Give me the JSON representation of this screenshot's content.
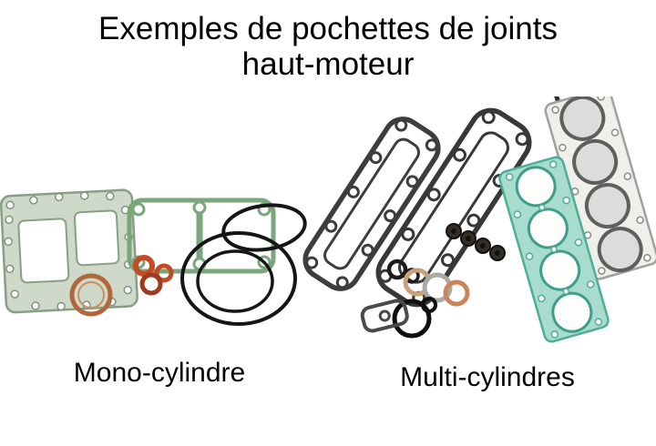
{
  "title": {
    "line1": "Exemples de pochettes de joints",
    "line2": "haut-moteur"
  },
  "labels": {
    "mono": "Mono-cylindre",
    "multi": "Multi-cylindres"
  },
  "colors": {
    "background": "#ffffff",
    "text": "#000000",
    "gasket_pale_green": "#cfd9ca",
    "gasket_green_line": "#7ba57b",
    "gasket_teal_fill": "#a8dccd",
    "gasket_teal_line": "#4fae99",
    "metal_gasket_gray": "#efefec",
    "rubber_black": "#151515",
    "copper": "#b2673b",
    "grommet_red": "#c24a25"
  }
}
